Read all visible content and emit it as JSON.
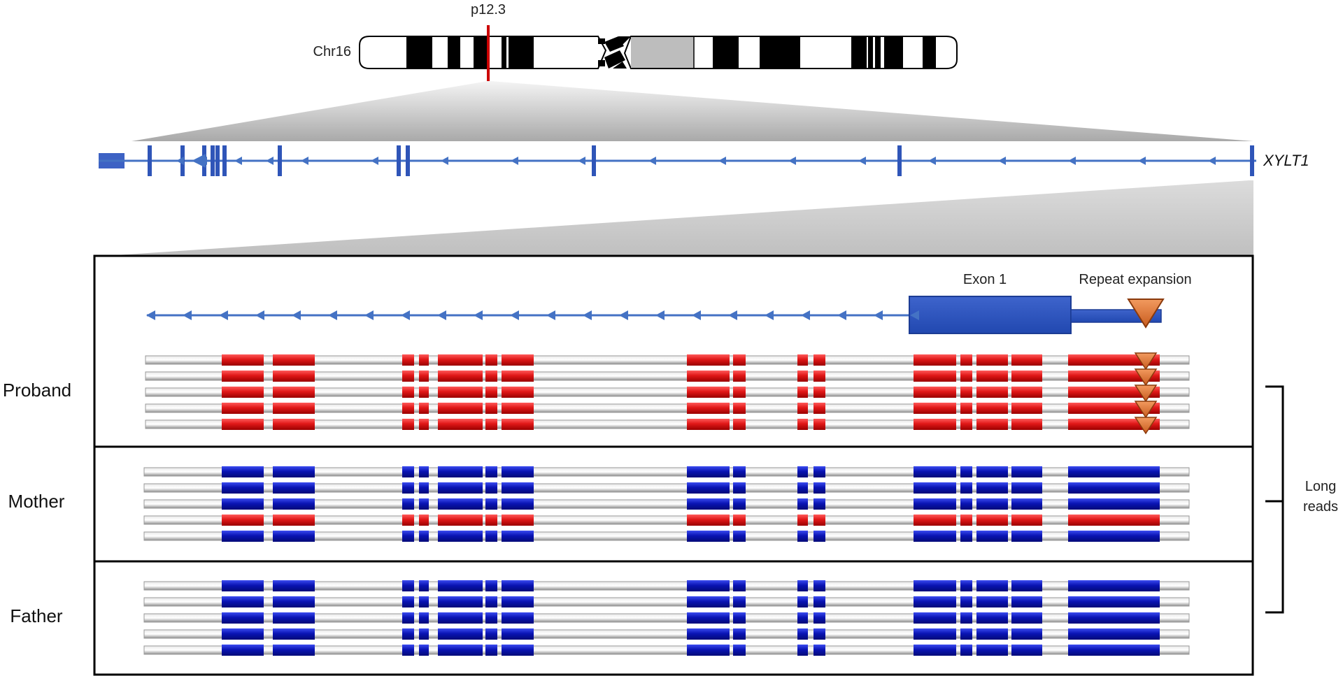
{
  "chromosome": {
    "name": "Chr16",
    "band": "p12.3"
  },
  "gene": {
    "name": "XYLT1",
    "exon_count": 12
  },
  "zoom_panel": {
    "exon_label": "Exon 1",
    "expansion_label": "Repeat expansion"
  },
  "samples": [
    {
      "label": "Proband",
      "reads": [
        "expanded",
        "expanded",
        "expanded",
        "expanded",
        "expanded"
      ]
    },
    {
      "label": "Mother",
      "reads": [
        "reference",
        "reference",
        "reference",
        "expanded",
        "reference"
      ]
    },
    {
      "label": "Father",
      "reads": [
        "reference",
        "reference",
        "reference",
        "reference",
        "reference"
      ]
    }
  ],
  "long_reads": {
    "line1": "Long",
    "line2": "reads"
  },
  "colors": {
    "gene": "#4472c4",
    "exon": "#2f55b8",
    "expanded_allele": "#e01818",
    "reference_allele": "#0a14b4",
    "read_gray": "#b4b4b4",
    "repeat_marker": "#e07b39",
    "highlight": "#cc0000",
    "chromosome_gband": "#000000",
    "centromere_gband": "#bdbdbd"
  }
}
